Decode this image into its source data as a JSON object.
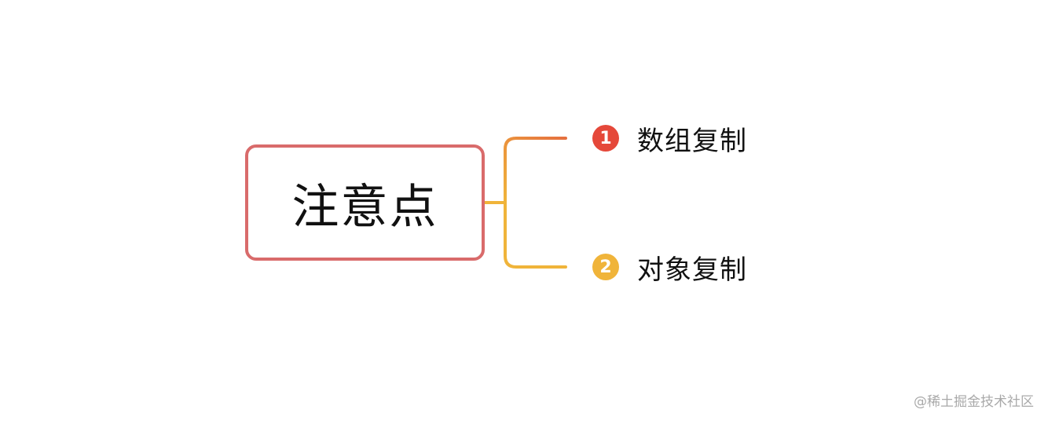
{
  "colors": {
    "root_border": "#d96b6b",
    "branch_1": "#e5703f",
    "branch_2": "#f0b43a",
    "badge_1": "#e5483a",
    "badge_2": "#f0b43a",
    "connector_mid": "#f0b43a"
  },
  "diagram": {
    "root": {
      "label": "注意点"
    },
    "branches": [
      {
        "badge": "1",
        "label": "数组复制"
      },
      {
        "badge": "2",
        "label": "对象复制"
      }
    ]
  },
  "watermark": {
    "text": "@稀土掘金技术社区"
  }
}
